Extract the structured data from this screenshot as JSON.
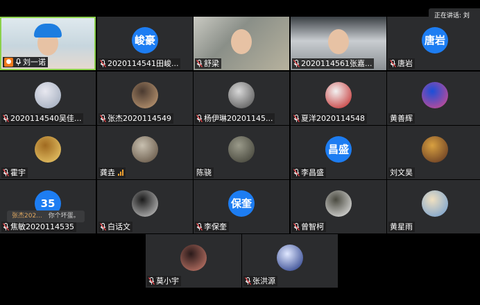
{
  "status": {
    "speaking_label": "正在讲话: 刘"
  },
  "chat": {
    "sender": "张杰202...",
    "message": "你个坏蛋。"
  },
  "participants": [
    {
      "name": "刘一诺",
      "avatar": "camera",
      "mic": "on"
    },
    {
      "name": "2020114541田峻...",
      "avatar": "text",
      "avatar_text": "峻豪",
      "mic": "muted"
    },
    {
      "name": "舒梁",
      "avatar": "camera",
      "mic": "muted"
    },
    {
      "name": "2020114561张嘉...",
      "avatar": "camera",
      "mic": "muted"
    },
    {
      "name": "唐岩",
      "avatar": "text",
      "avatar_text": "唐岩",
      "mic": "muted"
    },
    {
      "name": "2020114540吴佳...",
      "avatar": "image",
      "mic": "muted"
    },
    {
      "name": "张杰2020114549",
      "avatar": "image",
      "mic": "muted"
    },
    {
      "name": "杨伊琳20201145...",
      "avatar": "image",
      "mic": "muted"
    },
    {
      "name": "夏洋2020114548",
      "avatar": "image",
      "mic": "muted"
    },
    {
      "name": "黄善辉",
      "avatar": "image",
      "mic": "none"
    },
    {
      "name": "霍宇",
      "avatar": "image",
      "mic": "muted"
    },
    {
      "name": "龚垚",
      "avatar": "image",
      "mic": "speaking"
    },
    {
      "name": "陈骁",
      "avatar": "image",
      "mic": "none"
    },
    {
      "name": "李昌盛",
      "avatar": "text",
      "avatar_text": "昌盛",
      "mic": "muted"
    },
    {
      "name": "刘文昊",
      "avatar": "image",
      "mic": "none"
    },
    {
      "name": "焦敏2020114535",
      "avatar": "text",
      "avatar_text": "35",
      "mic": "muted"
    },
    {
      "name": "白话文",
      "avatar": "image",
      "mic": "muted"
    },
    {
      "name": "李保奎",
      "avatar": "text",
      "avatar_text": "保奎",
      "mic": "muted"
    },
    {
      "name": "曾智柯",
      "avatar": "image",
      "mic": "muted"
    },
    {
      "name": "黄星雨",
      "avatar": "image",
      "mic": "none"
    },
    {
      "name": "莫小宇",
      "avatar": "image",
      "mic": "muted"
    },
    {
      "name": "张洪源",
      "avatar": "image",
      "mic": "muted"
    }
  ],
  "colors": {
    "tile_bg": "#2b2c2e",
    "active_border": "#8bd14b",
    "avatar_blue": "#1d7df2",
    "muted_red": "#e5454a"
  }
}
